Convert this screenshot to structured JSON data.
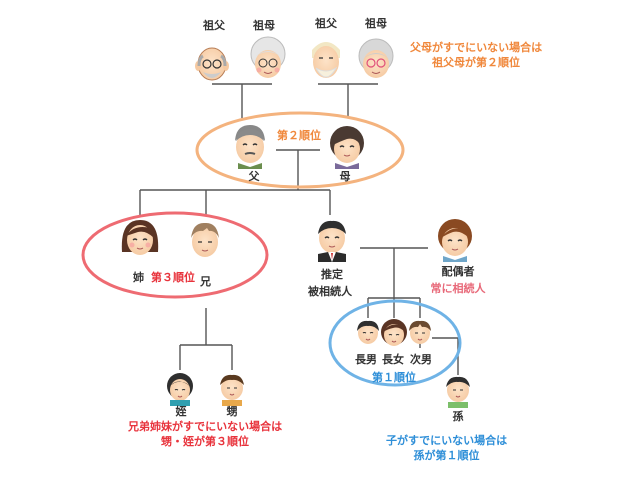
{
  "grandparents": {
    "paternal_grandfather": "祖父",
    "paternal_grandmother": "祖母",
    "maternal_grandfather": "祖父",
    "maternal_grandmother": "祖母"
  },
  "parents": {
    "father": "父",
    "mother": "母",
    "rank": "第２順位"
  },
  "siblings": {
    "sister": "姉",
    "brother": "兄",
    "rank": "第３順位"
  },
  "deceased": {
    "line1": "推定",
    "line2": "被相続人"
  },
  "spouse": {
    "label": "配偶者",
    "note": "常に相続人"
  },
  "children": {
    "eldest_son": "長男",
    "eldest_daughter": "長女",
    "second_son": "次男",
    "rank": "第１順位"
  },
  "grandchild": {
    "label": "孫"
  },
  "nephews": {
    "niece": "姪",
    "nephew": "甥"
  },
  "notes": {
    "grandparents_line1": "父母がすでにいない場合は",
    "grandparents_line2": "祖父母が第２順位",
    "siblings_line1": "兄弟姉妹がすでにいない場合は",
    "siblings_line2": "甥・姪が第３順位",
    "children_line1": "子がすでにいない場合は",
    "children_line2": "孫が第１順位"
  },
  "colors": {
    "orange": "#f0883c",
    "red": "#e8333c",
    "pink": "#e86a7a",
    "blue": "#2f8fd8",
    "ellipse_orange": "#f4b37e",
    "ellipse_red": "#ee6b72",
    "ellipse_blue": "#6fb3e6",
    "line": "#555555"
  }
}
